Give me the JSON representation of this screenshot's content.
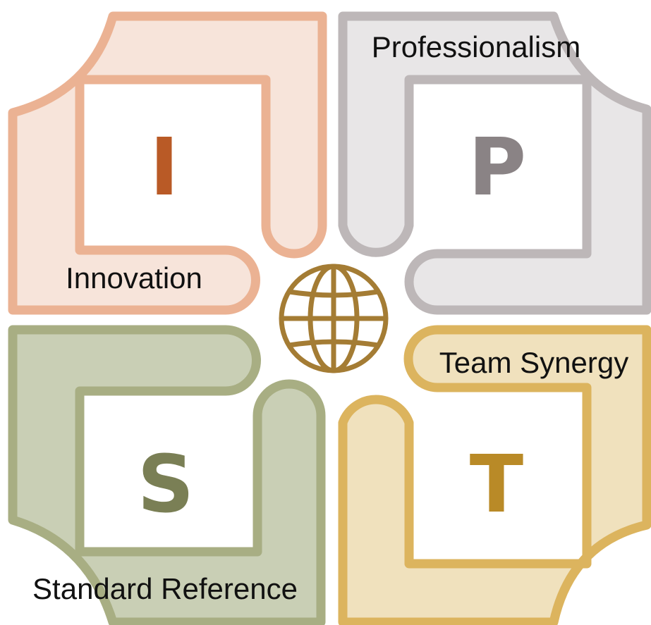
{
  "diagram": {
    "quadrants": [
      {
        "id": "innovation",
        "letter": "I",
        "label": "Innovation",
        "fill": "#f7e4da",
        "stroke": "#ebb293",
        "letter_color": "#b95a26"
      },
      {
        "id": "professionalism",
        "letter": "P",
        "label": "Professionalism",
        "fill": "#e8e6e7",
        "stroke": "#bdb7b8",
        "letter_color": "#8a8385"
      },
      {
        "id": "standard-reference",
        "letter": "S",
        "label": "Standard Reference",
        "fill": "#c9cfb5",
        "stroke": "#a8ae83",
        "letter_color": "#7a7f55"
      },
      {
        "id": "team-synergy",
        "letter": "T",
        "label": "Team Synergy",
        "fill": "#f0e1bd",
        "stroke": "#dcb45e",
        "letter_color": "#b98a27"
      }
    ],
    "center_icon": {
      "name": "globe-icon",
      "color": "#a47c34"
    }
  }
}
